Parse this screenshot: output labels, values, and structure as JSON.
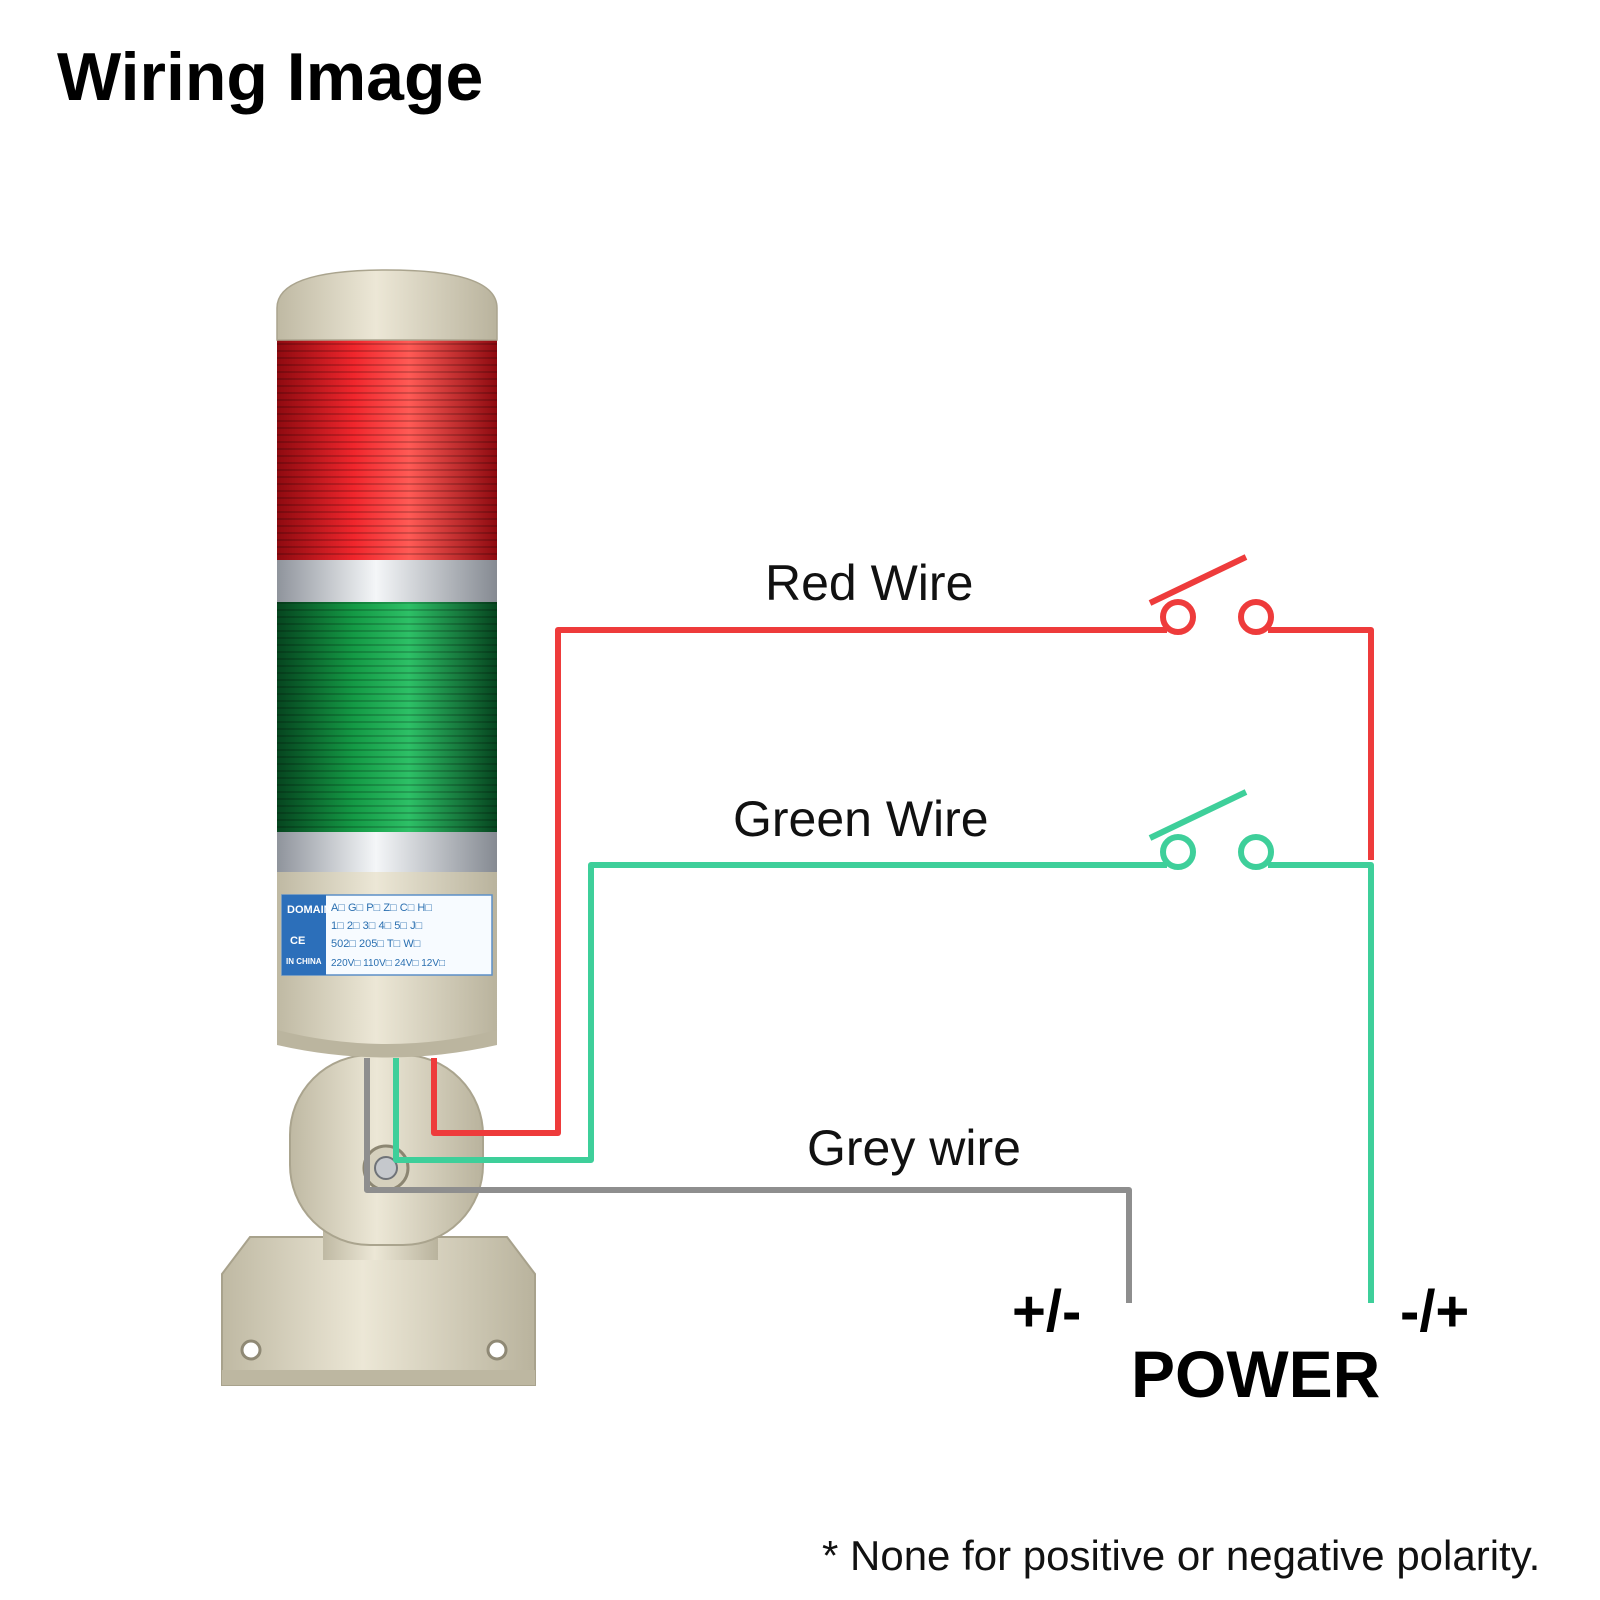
{
  "title": "Wiring Image",
  "wires": {
    "red": {
      "label": "Red Wire",
      "color": "#ee3b3b"
    },
    "green": {
      "label": "Green Wire",
      "color": "#3ecf9a"
    },
    "grey": {
      "label": "Grey wire",
      "color": "#8e8e8e"
    }
  },
  "power": {
    "label": "POWER",
    "left_terminal": "+/-",
    "right_terminal": "-/+"
  },
  "footnote": "* None for positive or negative polarity.",
  "device": {
    "brand": "DOMAIN",
    "mark": "CE",
    "origin": "IN CHINA",
    "spec_rows": [
      "A□ G□ P□ Z□ C□ H□",
      "1□ 2□ 3□ 4□ 5□ J□",
      "502□ 205□ T□ W□",
      "220V□ 110V□ 24V□ 12V□"
    ],
    "colors": {
      "red_tier": "#e0141c",
      "green_tier": "#0f8a3c",
      "body": "#e3ddc8",
      "ring": "#c9ccd2"
    }
  }
}
